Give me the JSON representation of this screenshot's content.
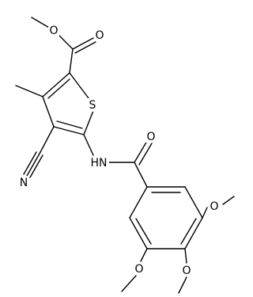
{
  "atoms": {
    "o_ester_single": "O",
    "o_ester_carbonyl": "O",
    "s_ring": "S",
    "n_nitrile": "N",
    "nh_amide": "HN",
    "o_amide": "O",
    "o_meo_top": "O",
    "o_meo_mid": "O",
    "o_meo_left": "O"
  },
  "colors": {
    "bond": "#000000",
    "text": "#000000",
    "background": "#ffffff"
  }
}
